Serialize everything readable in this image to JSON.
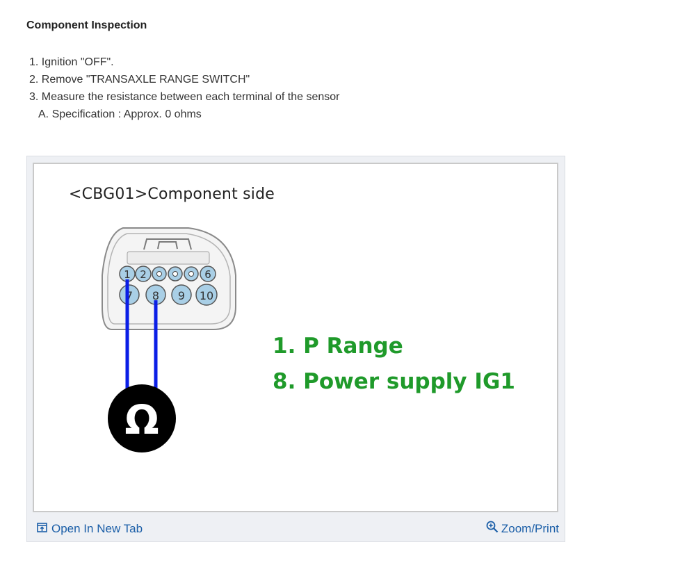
{
  "heading": "Component Inspection",
  "steps": [
    "1. Ignition \"OFF\".",
    "2. Remove \"TRANSAXLE RANGE SWITCH\"",
    "3. Measure the resistance between each terminal of the sensor"
  ],
  "substep": "A. Specification : Approx. 0 ohms",
  "figure": {
    "caption": "<CBG01>Component side",
    "pins_top": [
      "1",
      "2",
      "",
      "",
      "",
      "6"
    ],
    "pins_bottom": [
      "7",
      "8",
      "9",
      "10"
    ],
    "meter_symbol": "Ω",
    "legend": [
      "1. P Range",
      "8. Power supply IG1"
    ],
    "wire_color": "#0a1ee6",
    "legend_color": "#1f9a2a"
  },
  "footer": {
    "open_label": "Open In New Tab",
    "zoom_label": "Zoom/Print",
    "open_icon": "open-in-new-tab-icon",
    "zoom_icon": "magnifier-plus-icon"
  }
}
